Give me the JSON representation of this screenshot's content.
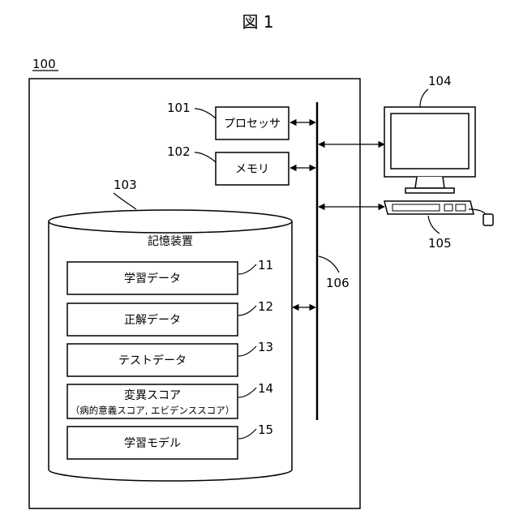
{
  "figure": {
    "title": "図 1"
  },
  "system": {
    "ref": "100"
  },
  "processor": {
    "ref": "101",
    "label": "プロセッサ"
  },
  "memory": {
    "ref": "102",
    "label": "メモリ"
  },
  "storage": {
    "ref": "103",
    "label": "記憶装置",
    "items": [
      {
        "ref": "11",
        "label": "学習データ"
      },
      {
        "ref": "12",
        "label": "正解データ"
      },
      {
        "ref": "13",
        "label": "テストデータ"
      },
      {
        "ref": "14",
        "label": "変異スコア",
        "sublabel": "（病的意義スコア, エビデンススコア）"
      },
      {
        "ref": "15",
        "label": "学習モデル"
      }
    ]
  },
  "display": {
    "ref": "104"
  },
  "input_device": {
    "ref": "105"
  },
  "bus": {
    "ref": "106"
  }
}
